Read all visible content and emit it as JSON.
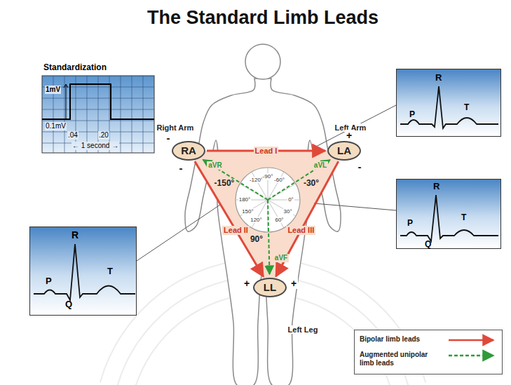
{
  "diagram": {
    "title": "The Standard Limb Leads",
    "nodes": [
      {
        "text": [
          "Standardization",
          "1mV",
          "0.1mV",
          ".04",
          ".20",
          "← 1 second →"
        ]
      },
      {
        "text": [
          "R",
          "P",
          "T"
        ]
      },
      {
        "text": [
          "RA"
        ]
      },
      {
        "text": [
          "LA"
        ]
      },
      {
        "text": [
          "R",
          "P",
          "T",
          "Q"
        ]
      },
      {
        "text": [
          "R",
          "P",
          "T",
          "Q"
        ]
      },
      {
        "text": [
          "LL"
        ]
      }
    ],
    "edges": [
      {
        "from": 2,
        "to": 3,
        "label": "Lead I",
        "arrow": "to"
      },
      {
        "from": 2,
        "to": 6,
        "label": "Lead II",
        "arrow": "to"
      },
      {
        "from": 3,
        "to": 6,
        "label": "Lead III",
        "arrow": "to"
      }
    ],
    "labels": [
      "Right Arm",
      "Left Arm",
      "Left Leg",
      "-",
      "-",
      "+",
      "-",
      "+",
      "+",
      "aVR",
      "aVL",
      "aVF",
      "-150°",
      "-30°",
      "90°",
      "-120°",
      "-90°",
      "-60°",
      "180°",
      "0°",
      "150°",
      "30°",
      "120°",
      "60°"
    ],
    "legend": [
      {
        "text": "Bipolar limb leads"
      },
      {
        "text": "Augmented unipolar limb leads"
      }
    ]
  }
}
